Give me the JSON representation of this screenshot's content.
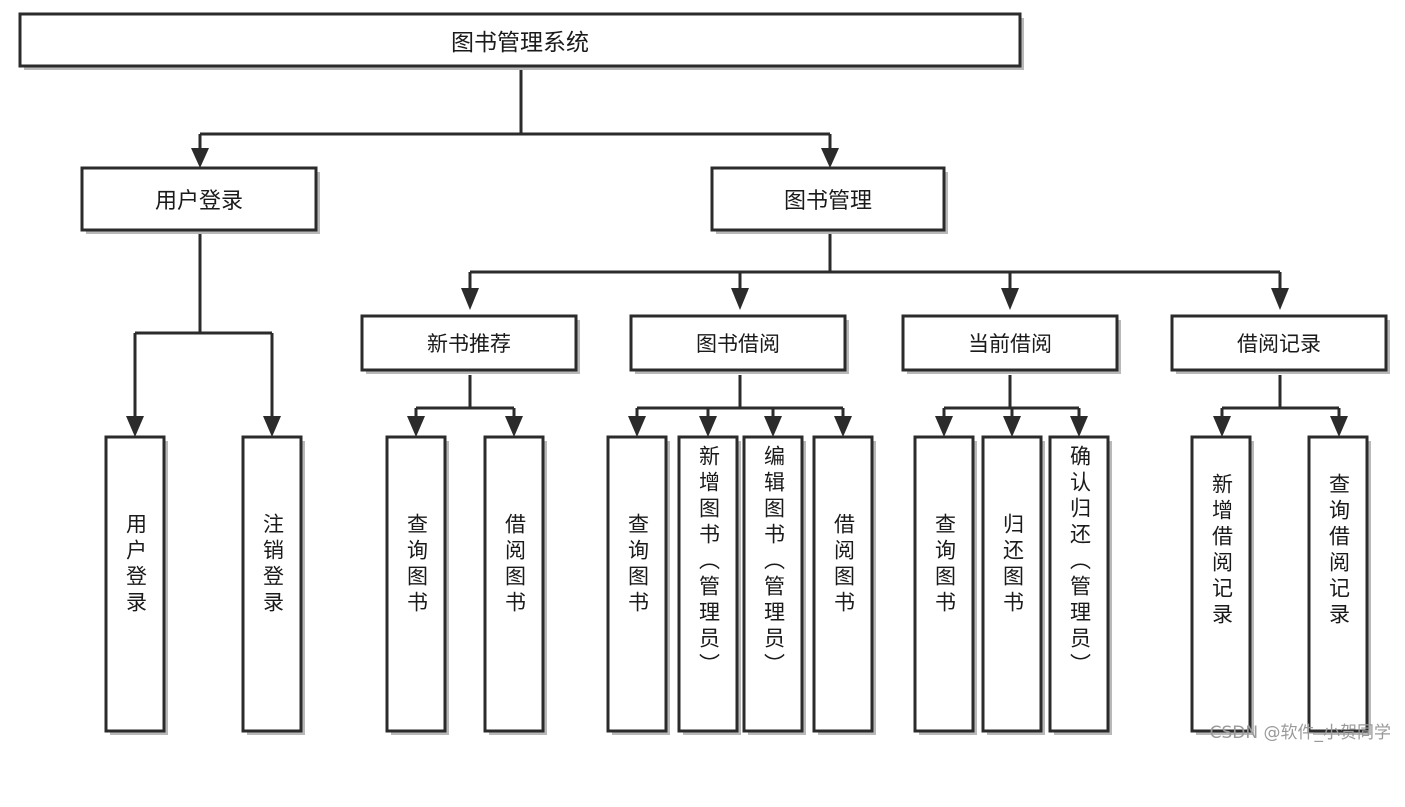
{
  "diagram": {
    "type": "tree-hierarchy-chart",
    "title": "图书管理系统",
    "orientation": "top-down",
    "colors": {
      "box_fill": "#ffffff",
      "box_stroke": "#2b2b2b",
      "text": "#1a1a1a",
      "background": "#ffffff",
      "watermark": "#9a9a9a"
    },
    "levels": {
      "level1": [
        "图书管理系统"
      ],
      "level2": [
        "用户登录",
        "图书管理"
      ],
      "level3": [
        "新书推荐",
        "图书借阅",
        "当前借阅",
        "借阅记录"
      ],
      "level4": [
        "用户登录",
        "注销登录",
        "查询图书",
        "借阅图书",
        "查询图书",
        "新增图书（管理员）",
        "编辑图书（管理员）",
        "借阅图书",
        "查询图书",
        "归还图书",
        "确认归还（管理员）",
        "新增借阅记录",
        "查询借阅记录"
      ]
    },
    "nodes": {
      "root": {
        "label": "图书管理系统"
      },
      "user_login": {
        "label": "用户登录"
      },
      "book_manage": {
        "label": "图书管理"
      },
      "new_book_rec": {
        "label": "新书推荐"
      },
      "book_borrow": {
        "label": "图书借阅"
      },
      "current_borrow": {
        "label": "当前借阅"
      },
      "borrow_record": {
        "label": "借阅记录"
      },
      "leaf_user_login": {
        "label": "用户登录"
      },
      "leaf_logout": {
        "label": "注销登录"
      },
      "leaf_query_book_1": {
        "label": "查询图书"
      },
      "leaf_borrow_book_1": {
        "label": "借阅图书"
      },
      "leaf_query_book_2": {
        "label": "查询图书"
      },
      "leaf_add_book_admin": {
        "label": "新增图书（管理员）"
      },
      "leaf_edit_book_admin": {
        "label": "编辑图书（管理员）"
      },
      "leaf_borrow_book_2": {
        "label": "借阅图书"
      },
      "leaf_query_book_3": {
        "label": "查询图书"
      },
      "leaf_return_book": {
        "label": "归还图书"
      },
      "leaf_confirm_return_admin": {
        "label": "确认归还（管理员）"
      },
      "leaf_add_borrow_record": {
        "label": "新增借阅记录"
      },
      "leaf_query_borrow_record": {
        "label": "查询借阅记录"
      }
    },
    "edges": [
      {
        "from": "root",
        "to": "user_login"
      },
      {
        "from": "root",
        "to": "book_manage"
      },
      {
        "from": "user_login",
        "to": "leaf_user_login"
      },
      {
        "from": "user_login",
        "to": "leaf_logout"
      },
      {
        "from": "book_manage",
        "to": "new_book_rec"
      },
      {
        "from": "book_manage",
        "to": "book_borrow"
      },
      {
        "from": "book_manage",
        "to": "current_borrow"
      },
      {
        "from": "book_manage",
        "to": "borrow_record"
      },
      {
        "from": "new_book_rec",
        "to": "leaf_query_book_1"
      },
      {
        "from": "new_book_rec",
        "to": "leaf_borrow_book_1"
      },
      {
        "from": "book_borrow",
        "to": "leaf_query_book_2"
      },
      {
        "from": "book_borrow",
        "to": "leaf_add_book_admin"
      },
      {
        "from": "book_borrow",
        "to": "leaf_edit_book_admin"
      },
      {
        "from": "book_borrow",
        "to": "leaf_borrow_book_2"
      },
      {
        "from": "current_borrow",
        "to": "leaf_query_book_3"
      },
      {
        "from": "current_borrow",
        "to": "leaf_return_book"
      },
      {
        "from": "current_borrow",
        "to": "leaf_confirm_return_admin"
      },
      {
        "from": "borrow_record",
        "to": "leaf_add_borrow_record"
      },
      {
        "from": "borrow_record",
        "to": "leaf_query_borrow_record"
      }
    ]
  },
  "watermark": {
    "text": "CSDN @软件_小贺同学"
  }
}
